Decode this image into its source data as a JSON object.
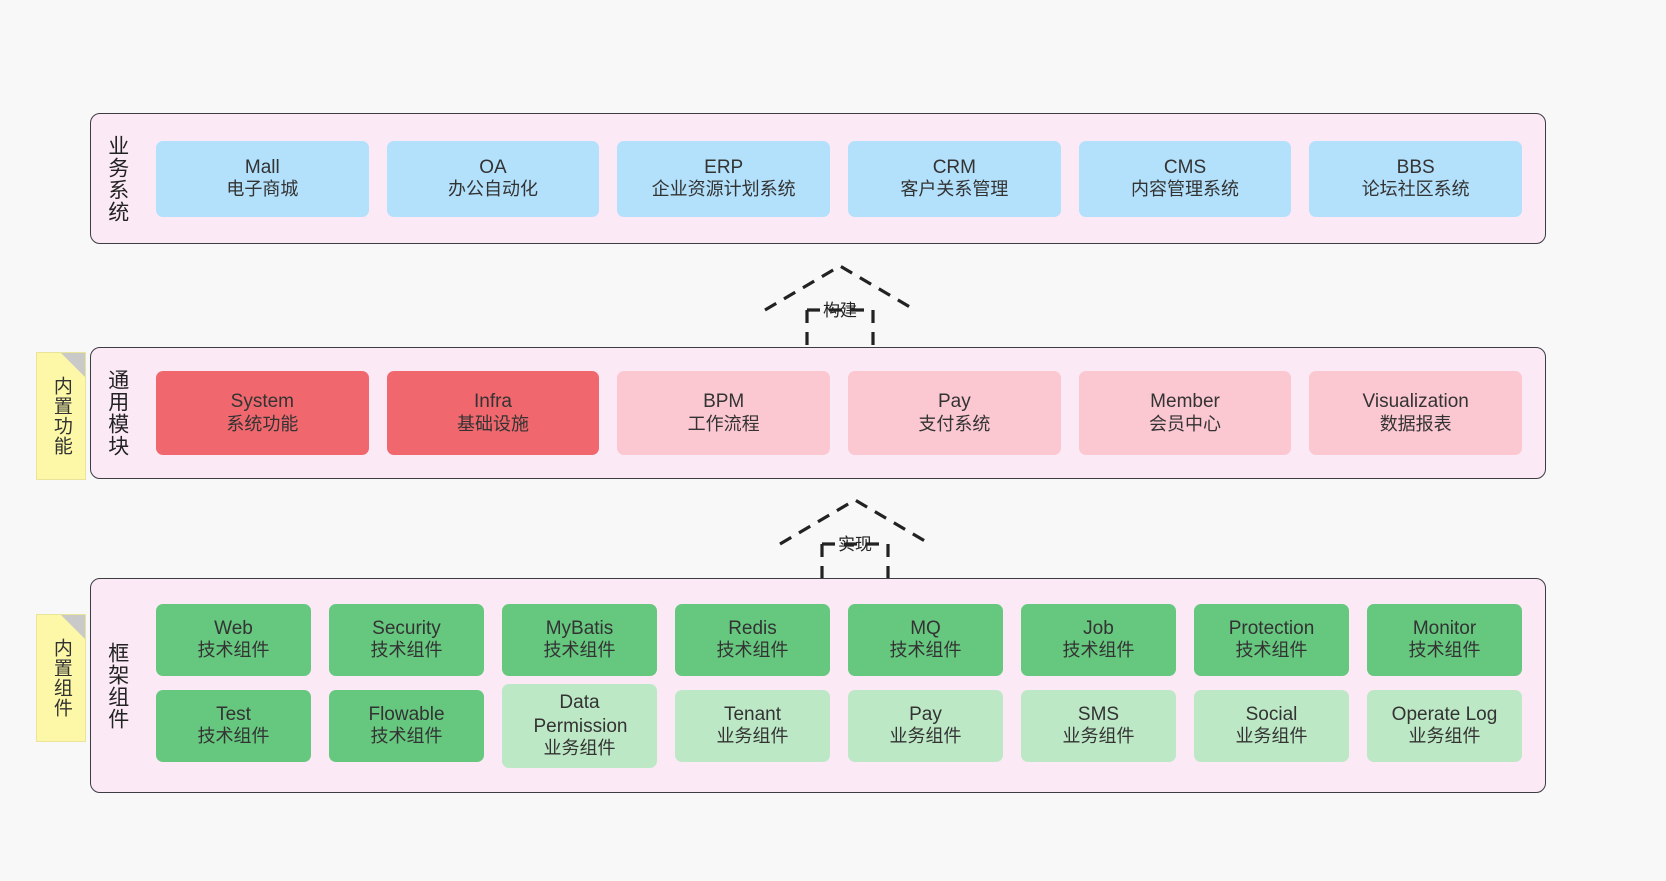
{
  "diagram": {
    "background": "#f8f8f8",
    "layer_fill": "#fbeaf5",
    "layer_border": "#3c3c43",
    "note_fill": "#fcf8a8"
  },
  "layers": [
    {
      "id": "business-systems",
      "title": "业务系统",
      "cards": [
        {
          "name": "Mall",
          "desc": "电子商城",
          "color": "#b3e0fb"
        },
        {
          "name": "OA",
          "desc": "办公自动化",
          "color": "#b3e0fb"
        },
        {
          "name": "ERP",
          "desc": "企业资源计划系统",
          "color": "#b3e0fb"
        },
        {
          "name": "CRM",
          "desc": "客户关系管理",
          "color": "#b3e0fb"
        },
        {
          "name": "CMS",
          "desc": "内容管理系统",
          "color": "#b3e0fb"
        },
        {
          "name": "BBS",
          "desc": "论坛社区系统",
          "color": "#b3e0fb"
        }
      ]
    },
    {
      "id": "common-modules",
      "title": "通用模块",
      "note": "内置功能",
      "cards": [
        {
          "name": "System",
          "desc": "系统功能",
          "color": "#f0686e"
        },
        {
          "name": "Infra",
          "desc": "基础设施",
          "color": "#f0686e"
        },
        {
          "name": "BPM",
          "desc": "工作流程",
          "color": "#fbc8d2"
        },
        {
          "name": "Pay",
          "desc": "支付系统",
          "color": "#fbc8d2"
        },
        {
          "name": "Member",
          "desc": "会员中心",
          "color": "#fbc8d2"
        },
        {
          "name": "Visualization",
          "desc": "数据报表",
          "color": "#fbc8d2"
        }
      ]
    },
    {
      "id": "framework-components",
      "title": "框架组件",
      "note": "内置组件",
      "rows": [
        [
          {
            "name": "Web",
            "desc": "技术组件",
            "color": "#66c77f"
          },
          {
            "name": "Security",
            "desc": "技术组件",
            "color": "#66c77f"
          },
          {
            "name": "MyBatis",
            "desc": "技术组件",
            "color": "#66c77f"
          },
          {
            "name": "Redis",
            "desc": "技术组件",
            "color": "#66c77f"
          },
          {
            "name": "MQ",
            "desc": "技术组件",
            "color": "#66c77f"
          },
          {
            "name": "Job",
            "desc": "技术组件",
            "color": "#66c77f"
          },
          {
            "name": "Protection",
            "desc": "技术组件",
            "color": "#66c77f"
          },
          {
            "name": "Monitor",
            "desc": "技术组件",
            "color": "#66c77f"
          }
        ],
        [
          {
            "name": "Test",
            "desc": "技术组件",
            "color": "#66c77f"
          },
          {
            "name": "Flowable",
            "desc": "技术组件",
            "color": "#66c77f"
          },
          {
            "name": "Data Permission",
            "desc": "业务组件",
            "color": "#bde8c6"
          },
          {
            "name": "Tenant",
            "desc": "业务组件",
            "color": "#bde8c6"
          },
          {
            "name": "Pay",
            "desc": "业务组件",
            "color": "#bde8c6"
          },
          {
            "name": "SMS",
            "desc": "业务组件",
            "color": "#bde8c6"
          },
          {
            "name": "Social",
            "desc": "业务组件",
            "color": "#bde8c6"
          },
          {
            "name": "Operate Log",
            "desc": "业务组件",
            "color": "#bde8c6"
          }
        ]
      ]
    }
  ],
  "connectors": [
    {
      "id": "build",
      "label": "构建",
      "from": "common-modules",
      "to": "business-systems",
      "style": "dashed-generalization"
    },
    {
      "id": "implement",
      "label": "实现",
      "from": "framework-components",
      "to": "common-modules",
      "style": "dashed-generalization"
    }
  ]
}
